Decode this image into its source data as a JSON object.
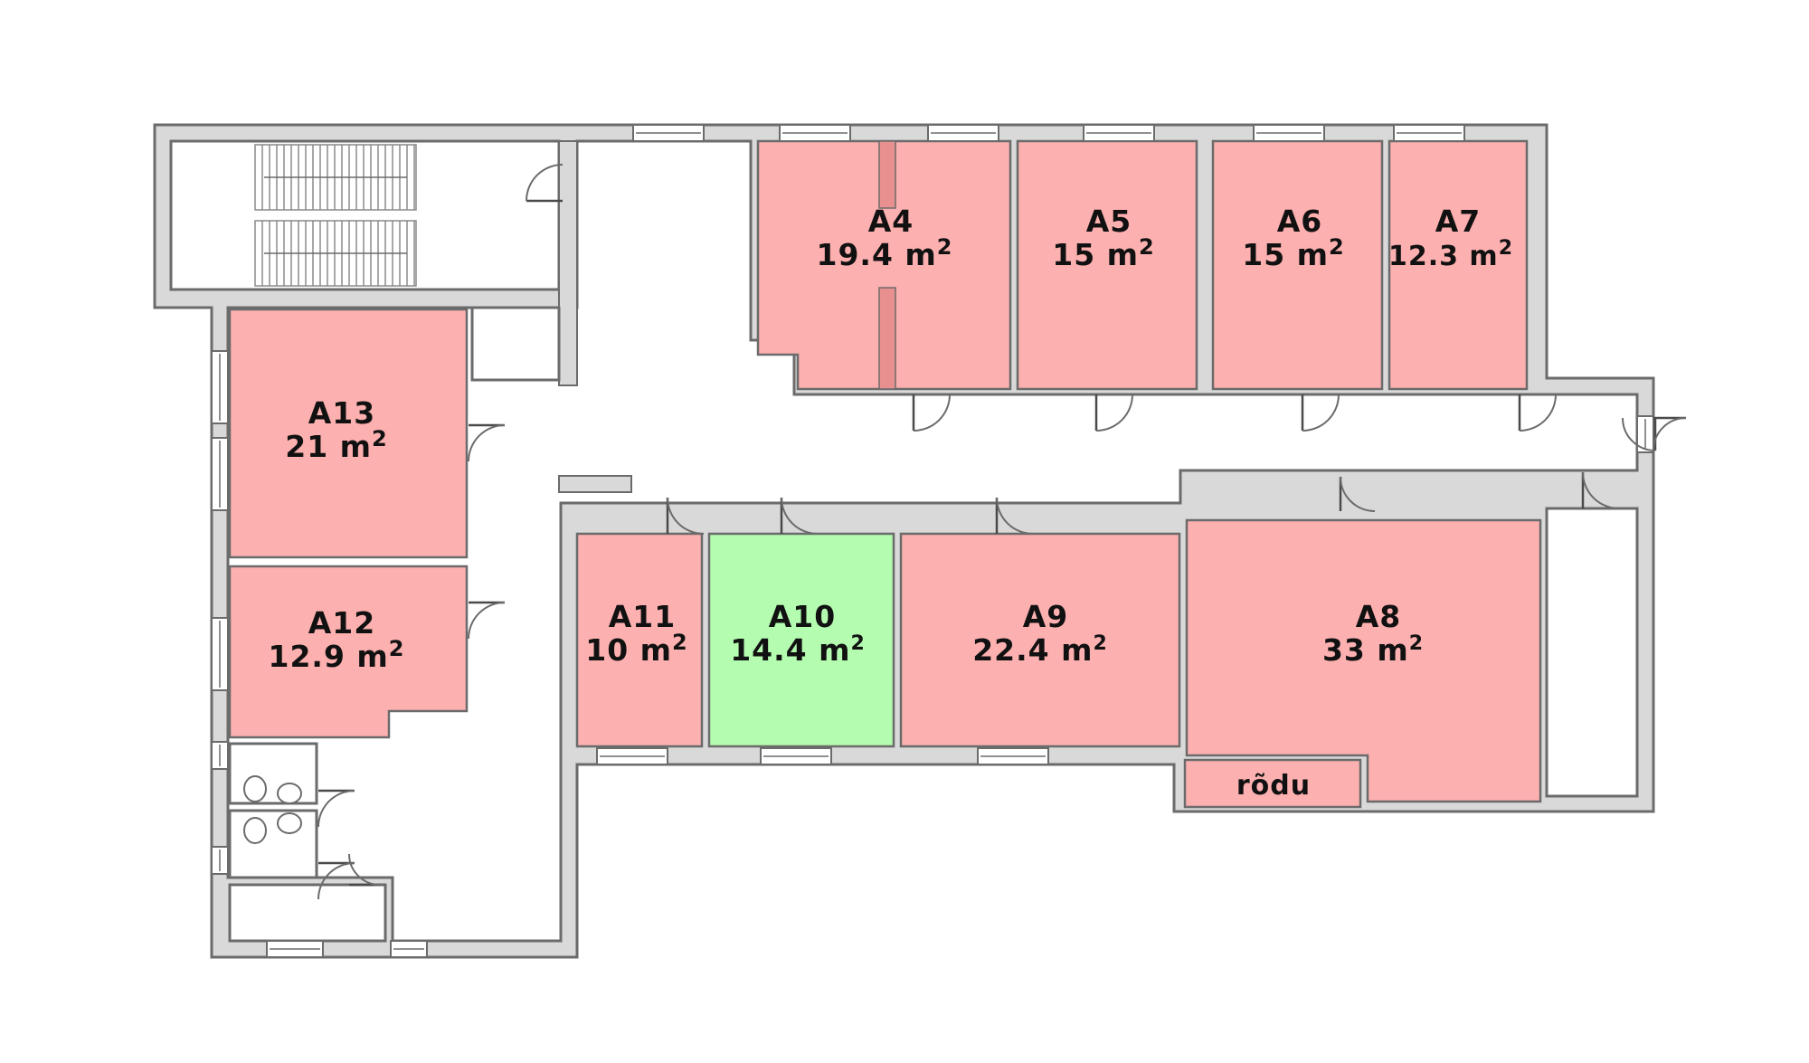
{
  "plan": {
    "colors": {
      "occupied": "#fdb0b0",
      "available": "#b3fcb0",
      "wall": "#d9d9d9",
      "outline": "#6b6b6b"
    },
    "rooms": {
      "A4": {
        "name": "A4",
        "area": "19.4 m",
        "status": "occupied"
      },
      "A5": {
        "name": "A5",
        "area": "15 m",
        "status": "occupied"
      },
      "A6": {
        "name": "A6",
        "area": "15 m",
        "status": "occupied"
      },
      "A7": {
        "name": "A7",
        "area": "12.3 m",
        "status": "occupied"
      },
      "A8": {
        "name": "A8",
        "area": "33 m",
        "status": "occupied"
      },
      "A9": {
        "name": "A9",
        "area": "22.4 m",
        "status": "occupied"
      },
      "A10": {
        "name": "A10",
        "area": "14.4 m",
        "status": "available"
      },
      "A11": {
        "name": "A11",
        "area": "10 m",
        "status": "occupied"
      },
      "A12": {
        "name": "A12",
        "area": "12.9 m",
        "status": "occupied"
      },
      "A13": {
        "name": "A13",
        "area": "21 m",
        "status": "occupied"
      }
    },
    "unit_sup": "2",
    "balcony_label": "rõdu"
  }
}
